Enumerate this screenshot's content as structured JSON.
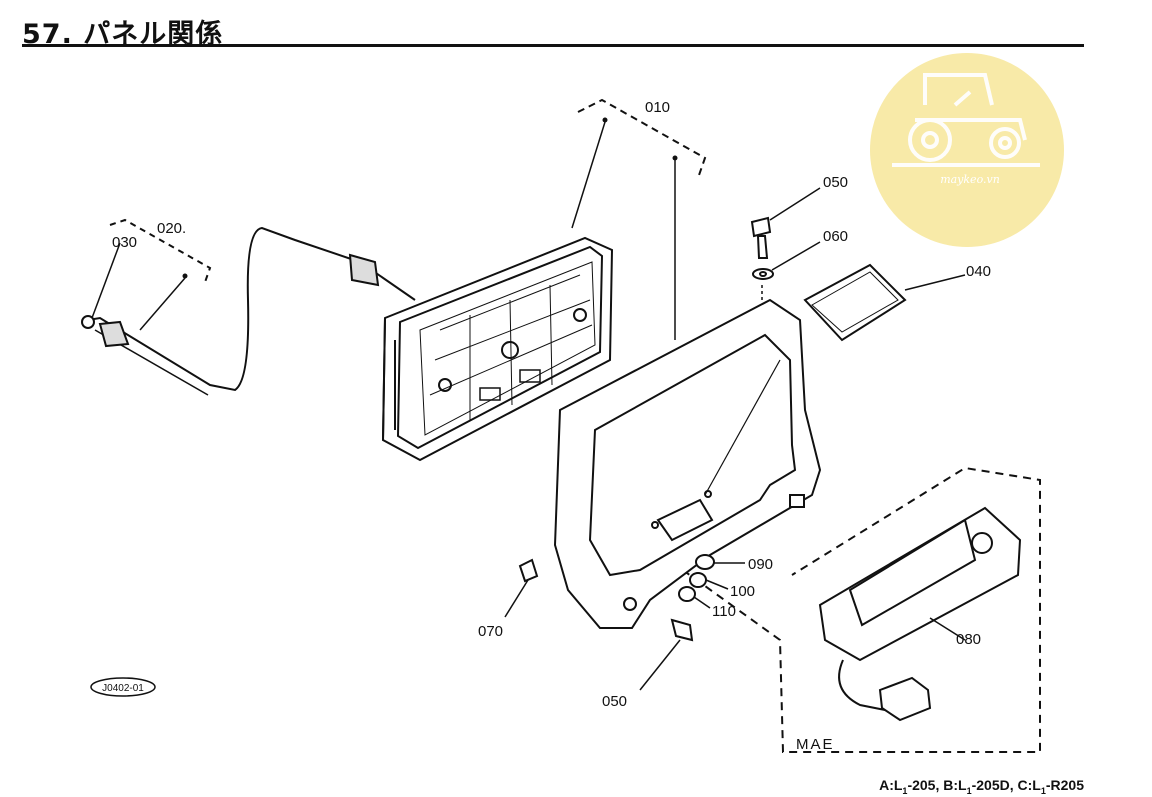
{
  "title": "57. パネル関係",
  "watermark": {
    "text": "maykeo.vn",
    "color": "#f7e9a6"
  },
  "drawing_code": "J0402-01",
  "parts": [
    {
      "id": "010"
    },
    {
      "id": "020."
    },
    {
      "id": "030"
    },
    {
      "id": "040"
    },
    {
      "id": "050"
    },
    {
      "id": "060"
    },
    {
      "id": "070"
    },
    {
      "id": "080"
    },
    {
      "id": "090"
    },
    {
      "id": "100"
    },
    {
      "id": "110"
    },
    {
      "id": "050b",
      "label": "050"
    }
  ],
  "labels": {
    "p010": "010",
    "p020": "020.",
    "p030": "030",
    "p040": "040",
    "p050a": "050",
    "p060": "060",
    "p070": "070",
    "p080": "080",
    "p090": "090",
    "p100": "100",
    "p110": "110",
    "p050b": "050",
    "mae": "MAE"
  },
  "model_note": {
    "A_pre": "A:L",
    "A_sub": "1",
    "A_post": "-205, ",
    "B_pre": "B:L",
    "B_sub": "1",
    "B_post": "-205D, ",
    "C_pre": "C:L",
    "C_sub": "1",
    "C_post": "-R205"
  }
}
